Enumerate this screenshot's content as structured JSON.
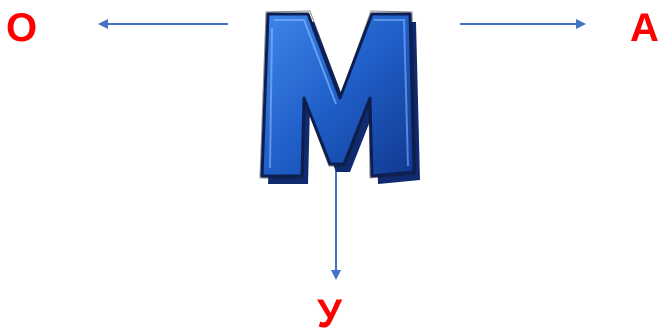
{
  "diagram": {
    "center_letter": "M",
    "left_label": "О",
    "right_label": "А",
    "bottom_label": "У",
    "arrow_color": "#4472c4",
    "label_color": "#ff0000",
    "letter_color": "#1f5fc8"
  }
}
